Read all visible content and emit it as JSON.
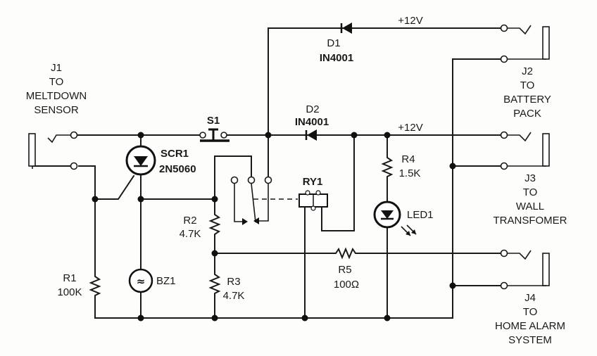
{
  "title": "Meltdown sensor alarm circuit",
  "connectors": {
    "j1": {
      "ref": "J1",
      "line1": "TO",
      "line2": "MELTDOWN",
      "line3": "SENSOR"
    },
    "j2": {
      "ref": "J2",
      "line1": "TO",
      "line2": "BATTERY",
      "line3": "PACK"
    },
    "j3": {
      "ref": "J3",
      "line1": "TO",
      "line2": "WALL",
      "line3": "TRANSFOMER"
    },
    "j4": {
      "ref": "J4",
      "line1": "TO",
      "line2": "HOME ALARM",
      "line3": "SYSTEM"
    }
  },
  "components": {
    "s1": {
      "ref": "S1"
    },
    "scr1": {
      "ref": "SCR1",
      "value": "2N5060"
    },
    "d1": {
      "ref": "D1",
      "value": "IN4001"
    },
    "d2": {
      "ref": "D2",
      "value": "IN4001"
    },
    "ry1": {
      "ref": "RY1"
    },
    "r1": {
      "ref": "R1",
      "value": "100K"
    },
    "r2": {
      "ref": "R2",
      "value": "4.7K"
    },
    "r3": {
      "ref": "R3",
      "value": "4.7K"
    },
    "r4": {
      "ref": "R4",
      "value": "1.5K"
    },
    "r5": {
      "ref": "R5",
      "value": "100Ω"
    },
    "bz1": {
      "ref": "BZ1"
    },
    "led1": {
      "ref": "LED1"
    }
  },
  "rails": {
    "top": "+12V",
    "mid": "+12V"
  }
}
